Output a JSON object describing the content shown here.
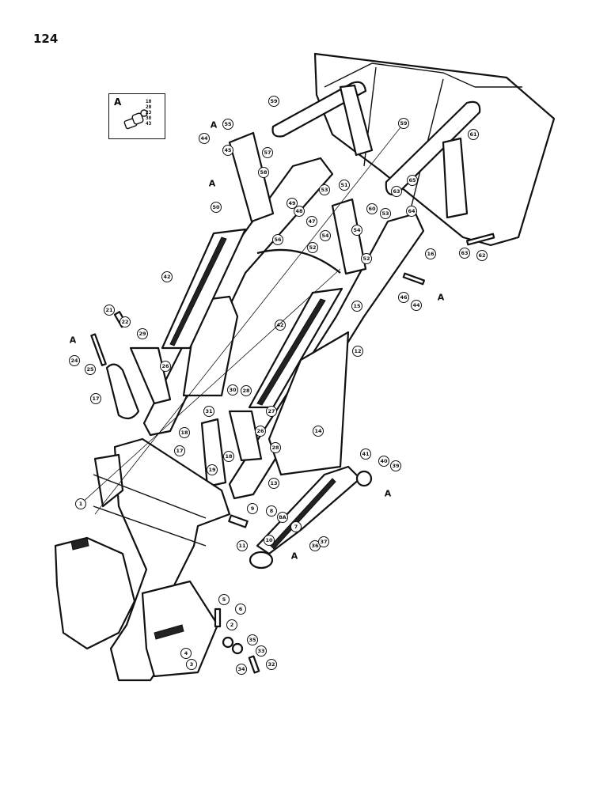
{
  "page_number": "124",
  "inset": {
    "letter": "A",
    "part_numbers": [
      "10",
      "20",
      "23",
      "38",
      "43"
    ]
  },
  "callout_letter": "A",
  "parts": [
    {
      "label": "59"
    },
    {
      "label": "59"
    },
    {
      "label": "61"
    },
    {
      "label": "55"
    },
    {
      "label": "44"
    },
    {
      "label": "45"
    },
    {
      "label": "57"
    },
    {
      "label": "58"
    },
    {
      "label": "50"
    },
    {
      "label": "51"
    },
    {
      "label": "53"
    },
    {
      "label": "65"
    },
    {
      "label": "63"
    },
    {
      "label": "60"
    },
    {
      "label": "53"
    },
    {
      "label": "64"
    },
    {
      "label": "49"
    },
    {
      "label": "48"
    },
    {
      "label": "47"
    },
    {
      "label": "56"
    },
    {
      "label": "54"
    },
    {
      "label": "54"
    },
    {
      "label": "52"
    },
    {
      "label": "52"
    },
    {
      "label": "16"
    },
    {
      "label": "63"
    },
    {
      "label": "62"
    },
    {
      "label": "42"
    },
    {
      "label": "42"
    },
    {
      "label": "46"
    },
    {
      "label": "44"
    },
    {
      "label": "15"
    },
    {
      "label": "12"
    },
    {
      "label": "21"
    },
    {
      "label": "22"
    },
    {
      "label": "24"
    },
    {
      "label": "25"
    },
    {
      "label": "29"
    },
    {
      "label": "26"
    },
    {
      "label": "17"
    },
    {
      "label": "30"
    },
    {
      "label": "28"
    },
    {
      "label": "31"
    },
    {
      "label": "27"
    },
    {
      "label": "26"
    },
    {
      "label": "18"
    },
    {
      "label": "14"
    },
    {
      "label": "17"
    },
    {
      "label": "18"
    },
    {
      "label": "28"
    },
    {
      "label": "19"
    },
    {
      "label": "13"
    },
    {
      "label": "1"
    },
    {
      "label": "9"
    },
    {
      "label": "8"
    },
    {
      "label": "8A"
    },
    {
      "label": "7"
    },
    {
      "label": "41"
    },
    {
      "label": "40"
    },
    {
      "label": "39"
    },
    {
      "label": "11"
    },
    {
      "label": "10"
    },
    {
      "label": "36"
    },
    {
      "label": "37"
    },
    {
      "label": "5"
    },
    {
      "label": "6"
    },
    {
      "label": "2"
    },
    {
      "label": "35"
    },
    {
      "label": "33"
    },
    {
      "label": "4"
    },
    {
      "label": "3"
    },
    {
      "label": "34"
    },
    {
      "label": "32"
    }
  ]
}
